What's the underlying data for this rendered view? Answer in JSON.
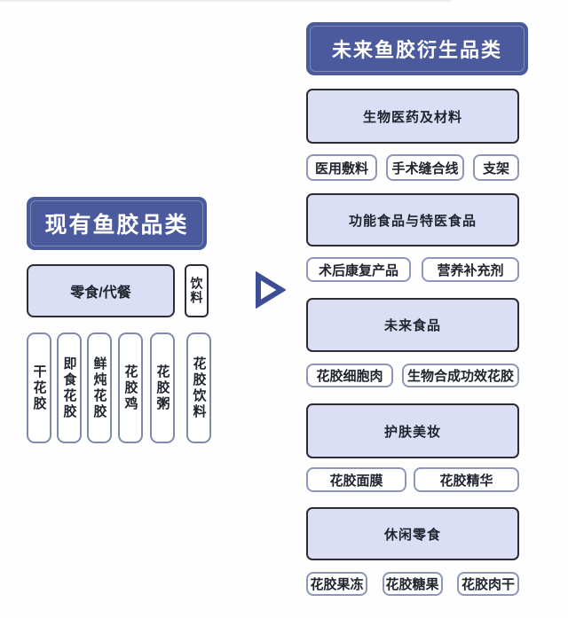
{
  "colors": {
    "title_blue": "#4b5a9c",
    "category_fill": "#dbdef4",
    "category_border": "#2b2c35",
    "item_border": "#8d96b8",
    "vertical_item_border": "#7f8aae",
    "arrow_blue": "#3c4f96",
    "text_dark": "#20242e"
  },
  "left": {
    "title": "现有鱼胶品类",
    "row": {
      "wide": "零食/代餐",
      "narrow": "饮料"
    },
    "items": [
      "干花胶",
      "即食花胶",
      "鲜炖花胶",
      "花胶鸡",
      "花胶粥",
      "花胶饮料"
    ]
  },
  "arrow": {
    "name": "right-arrow"
  },
  "right": {
    "title": "未来鱼胶衍生品类",
    "sections": [
      {
        "category": "生物医药及材料",
        "items": [
          "医用敷料",
          "手术缝合线",
          "支架"
        ]
      },
      {
        "category": "功能食品与特医食品",
        "items": [
          "术后康复产品",
          "营养补充剂"
        ]
      },
      {
        "category": "未来食品",
        "items": [
          "花胶细胞肉",
          "生物合成功效花胶"
        ]
      },
      {
        "category": "护肤美妆",
        "items": [
          "花胶面膜",
          "花胶精华"
        ]
      },
      {
        "category": "休闲零食",
        "items": [
          "花胶果冻",
          "花胶糖果",
          "花胶肉干"
        ]
      }
    ]
  }
}
